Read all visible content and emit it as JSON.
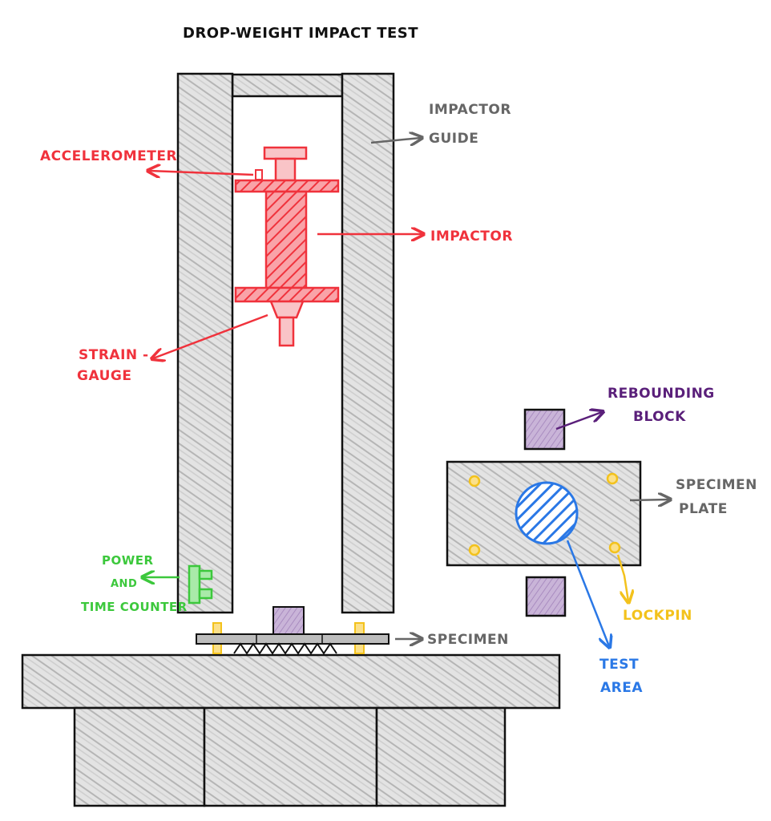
{
  "title": "DROP-WEIGHT IMPACT TEST",
  "labels": {
    "impactor_guide": [
      "IMPACTOR",
      "GUIDE"
    ],
    "accelerometer": "ACCELEROMETER",
    "impactor": "IMPACTOR",
    "strain_gauge": [
      "STRAIN -",
      "GAUGE"
    ],
    "rebounding_block": [
      "REBOUNDING",
      "BLOCK"
    ],
    "specimen_plate": [
      "SPECIMEN",
      "PLATE"
    ],
    "power_time_counter": [
      "POWER",
      "AND",
      "TIME COUNTER"
    ],
    "specimen": "SPECIMEN",
    "lock_pin": "LOCKPIN",
    "test_area": [
      "TEST",
      "AREA"
    ]
  },
  "colors": {
    "guide": "#555555",
    "accelerometer": "#f0323c",
    "impactor": "#f0323c",
    "strain_gauge": "#f0323c",
    "rebounding_block": "#5a1f7a",
    "specimen_plate": "#666666",
    "power_time_counter": "#3cc83c",
    "specimen": "#555555",
    "lock_pin": "#f3c21c",
    "test_area": "#2a78e6"
  }
}
